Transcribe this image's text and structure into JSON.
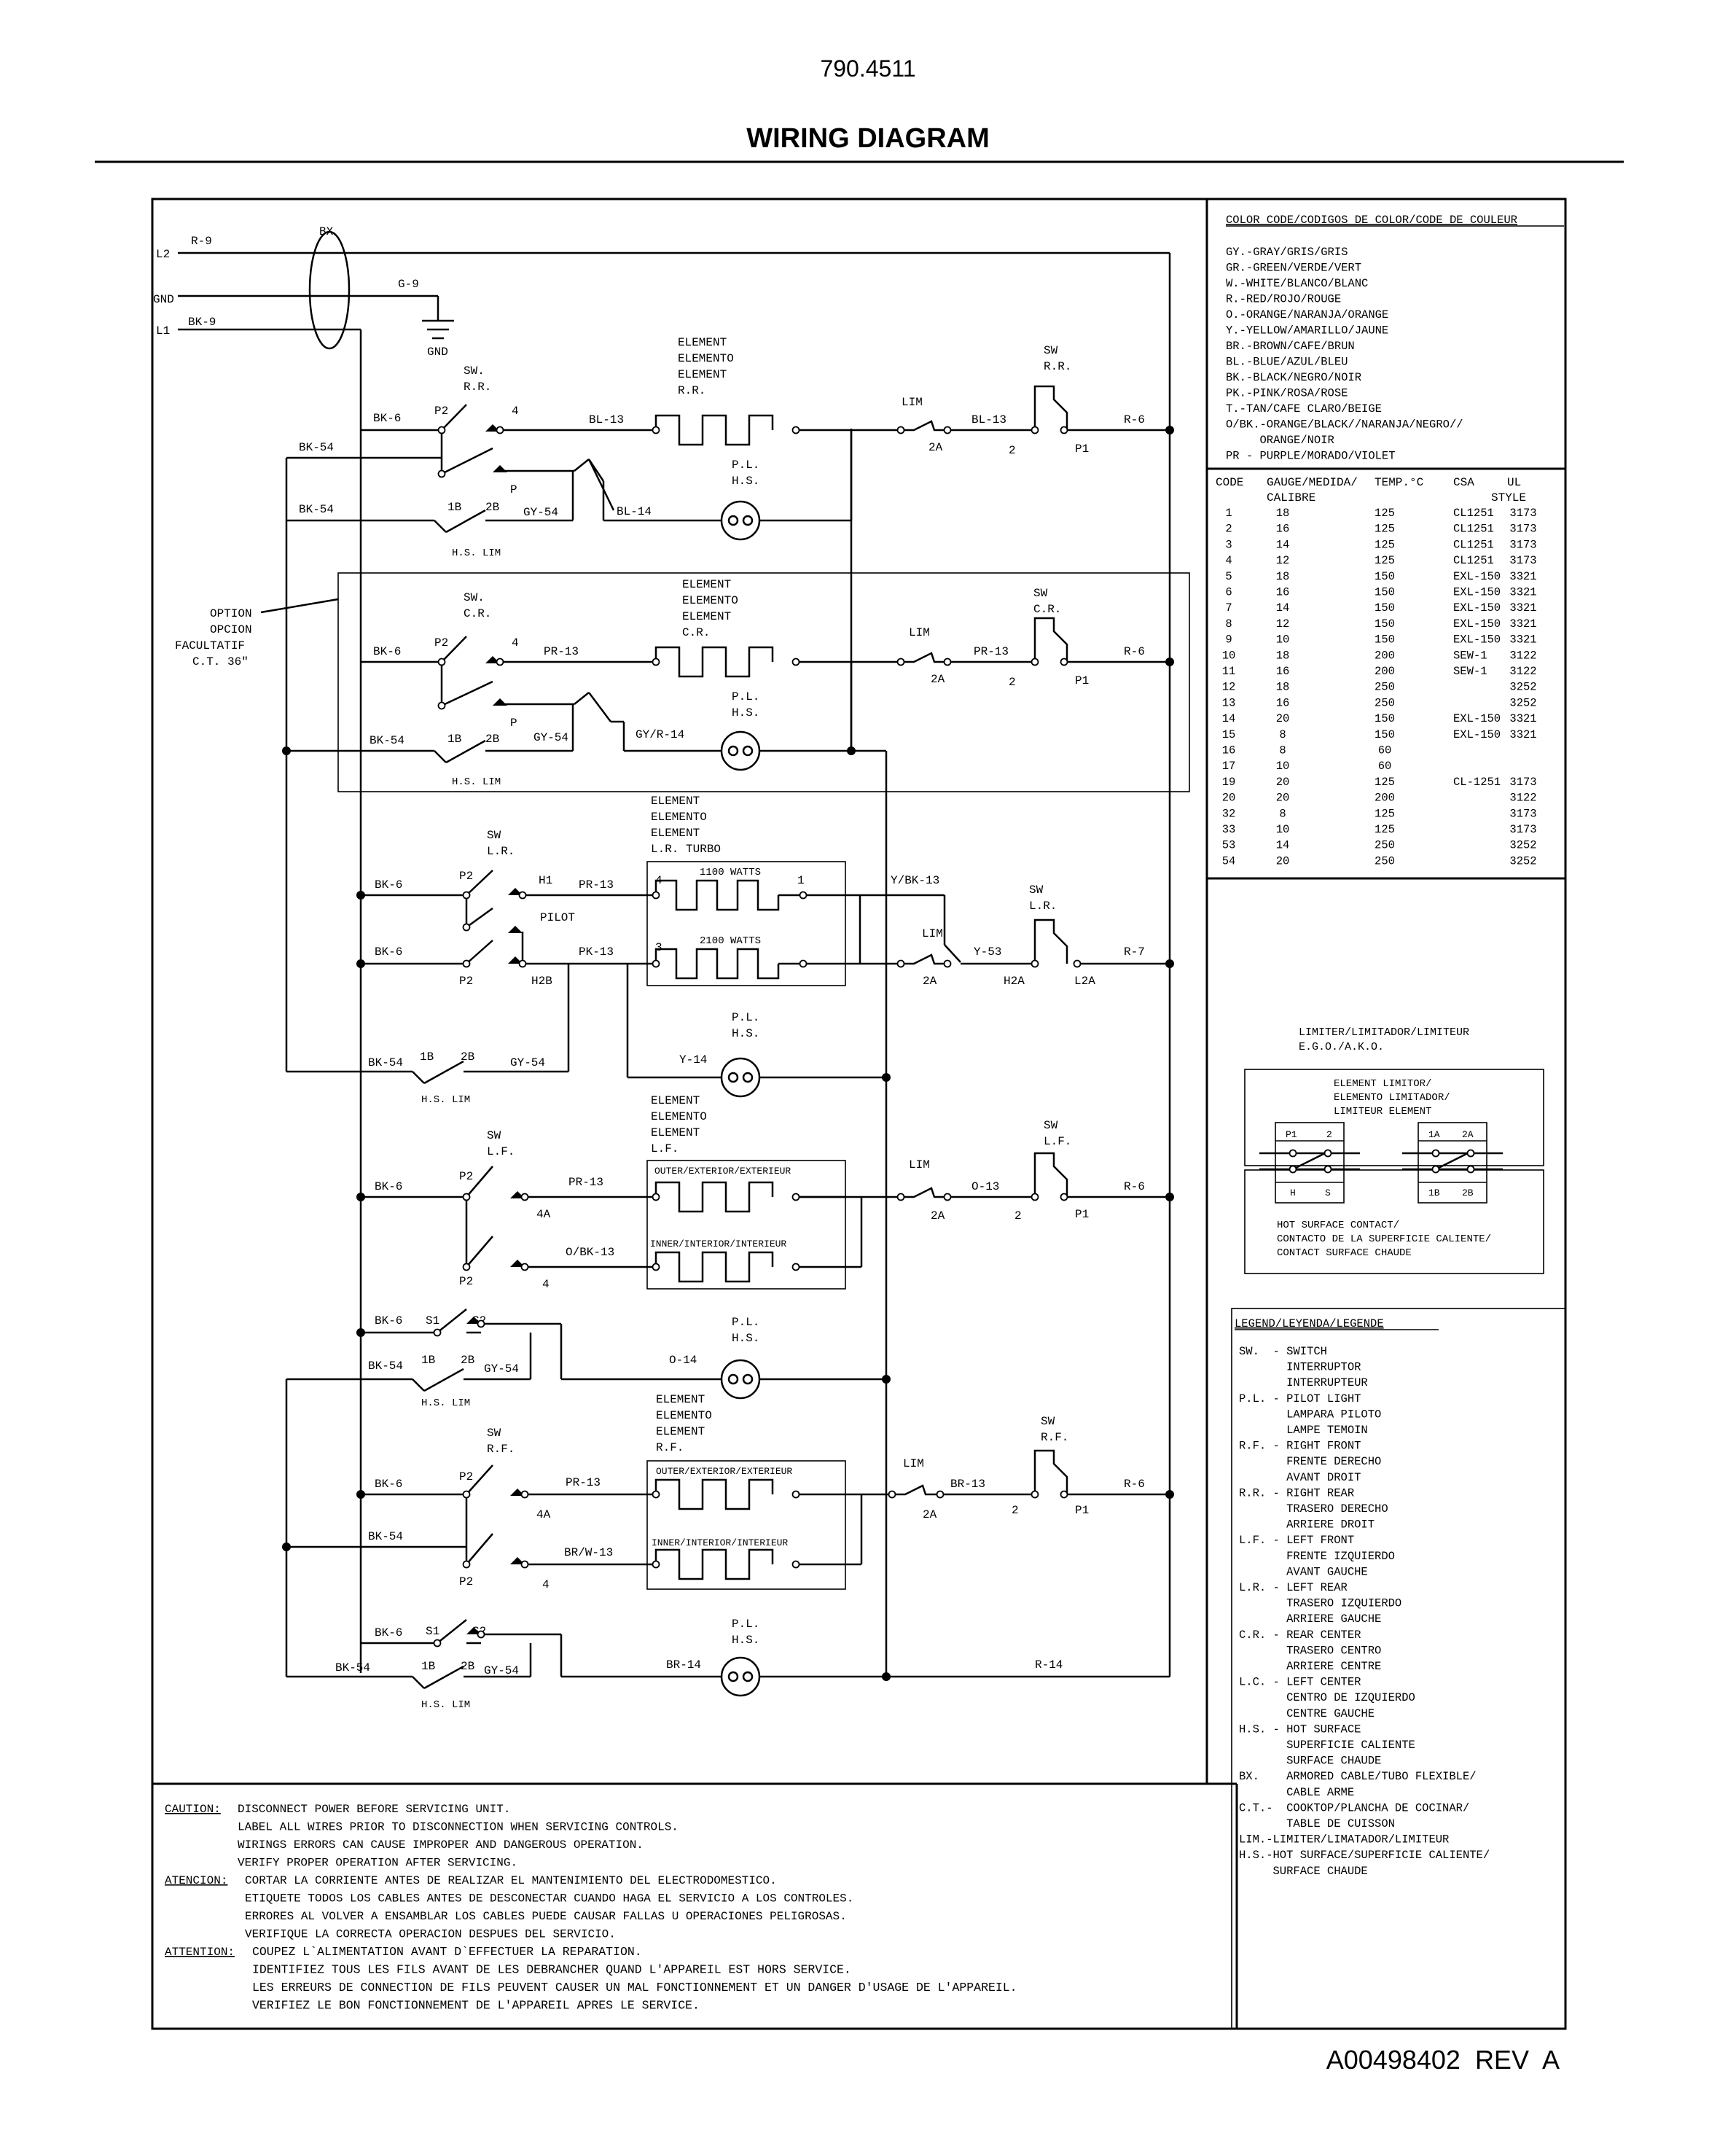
{
  "header": {
    "model": "790.4511",
    "title": "WIRING DIAGRAM"
  },
  "footer": {
    "doc_number": "A00498402  REV  A"
  },
  "power": {
    "l2": "L2",
    "gnd": "GND",
    "l1": "L1",
    "r9": "R-9",
    "g9": "G-9",
    "bk9": "BK-9",
    "bx": "BX",
    "gnd_symbol": "GND"
  },
  "common": {
    "element": [
      "ELEMENT",
      "ELEMENTO",
      "ELEMENT"
    ],
    "pilot_light": [
      "P.L.",
      "H.S."
    ],
    "hs_lim": "H.S. LIM",
    "sw": "SW",
    "sw_dot": "SW.",
    "lim": "LIM"
  },
  "rr": {
    "sw": [
      "SW.",
      "R.R."
    ],
    "elem_pos": "R.R.",
    "swr": [
      "SW",
      "R.R."
    ],
    "bk6": "BK-6",
    "bk54a": "BK-54",
    "bk54b": "BK-54",
    "p2": "P2",
    "t4": "4",
    "p": "P",
    "bl13a": "BL-13",
    "bl13b": "BL-13",
    "t2a": "2A",
    "t2": "2",
    "p1": "P1",
    "r6": "R-6",
    "t1b": "1B",
    "t2b": "2B",
    "gy54": "GY-54",
    "bl14": "BL-14"
  },
  "cr": {
    "option": [
      "OPTION",
      "OPCION",
      "FACULTATIF",
      "C.T. 36\""
    ],
    "sw": [
      "SW.",
      "C.R."
    ],
    "elem_pos": "C.R.",
    "swr": [
      "SW",
      "C.R."
    ],
    "bk6": "BK-6",
    "bk54": "BK-54",
    "p2": "P2",
    "t4": "4",
    "p": "P",
    "pr13a": "PR-13",
    "pr13b": "PR-13",
    "t2a": "2A",
    "t2": "2",
    "p1": "P1",
    "r6": "R-6",
    "t1b": "1B",
    "t2b": "2B",
    "gy54": "GY-54",
    "gyr14": "GY/R-14"
  },
  "lr": {
    "elem_pos": "L.R. TURBO",
    "sw": [
      "SW",
      "L.R."
    ],
    "swr": [
      "SW",
      "L.R."
    ],
    "bk6a": "BK-6",
    "bk6b": "BK-6",
    "bk54": "BK-54",
    "p2a": "P2",
    "p2b": "P2",
    "h1": "H1",
    "pilot": "PILOT",
    "h2b": "H2B",
    "pr13": "PR-13",
    "pk13": "PK-13",
    "watts1100": "1100 WATTS",
    "watts2100": "2100 WATTS",
    "t4": "4",
    "t1": "1",
    "t3": "3",
    "ybk13": "Y/BK-13",
    "y53": "Y-53",
    "t2a": "2A",
    "h2a": "H2A",
    "l2a": "L2A",
    "r7": "R-7",
    "t1b": "1B",
    "t2b": "2B",
    "gy54": "GY-54",
    "y14": "Y-14"
  },
  "lf": {
    "elem_pos": "L.F.",
    "sw": [
      "SW",
      "L.F."
    ],
    "swr": [
      "SW",
      "L.F."
    ],
    "bk6": "BK-6",
    "p2a": "P2",
    "p2b": "P2",
    "t4a": "4A",
    "t4": "4",
    "pr13": "PR-13",
    "obk13": "O/BK-13",
    "outer": "OUTER/EXTERIOR/EXTERIEUR",
    "inner": "INNER/INTERIOR/INTERIEUR",
    "o13": "O-13",
    "t2a": "2A",
    "t2": "2",
    "p1": "P1",
    "r6": "R-6",
    "bk6b": "BK-6",
    "s1": "S1",
    "s2": "S2",
    "bk54": "BK-54",
    "t1b": "1B",
    "t2b": "2B",
    "gy54": "GY-54",
    "o14": "O-14"
  },
  "rf": {
    "elem_pos": "R.F.",
    "sw": [
      "SW",
      "R.F."
    ],
    "swr": [
      "SW",
      "R.F."
    ],
    "bk6": "BK-6",
    "bk54a": "BK-54",
    "p2a": "P2",
    "p2b": "P2",
    "t4a": "4A",
    "t4": "4",
    "pr13": "PR-13",
    "brw13": "BR/W-13",
    "outer": "OUTER/EXTERIOR/EXTERIEUR",
    "inner": "INNER/INTERIOR/INTERIEUR",
    "br13": "BR-13",
    "t2a": "2A",
    "t2": "2",
    "p1": "P1",
    "r6": "R-6",
    "bk6b": "BK-6",
    "s1": "S1",
    "s2": "S2",
    "bk54b": "BK-54",
    "t1b": "1B",
    "t2b": "2B",
    "gy54": "GY-54",
    "br14": "BR-14",
    "r14": "R-14"
  },
  "color_code": {
    "title": "COLOR CODE/CODIGOS DE COLOR/CODE DE COULEUR",
    "lines": [
      "GY.-GRAY/GRIS/GRIS",
      "GR.-GREEN/VERDE/VERT",
      "W.-WHITE/BLANCO/BLANC",
      "R.-RED/ROJO/ROUGE",
      "O.-ORANGE/NARANJA/ORANGE",
      "Y.-YELLOW/AMARILLO/JAUNE",
      "BR.-BROWN/CAFE/BRUN",
      "BL.-BLUE/AZUL/BLEU",
      "BK.-BLACK/NEGRO/NOIR",
      "PK.-PINK/ROSA/ROSE",
      "T.-TAN/CAFE CLARO/BEIGE",
      "O/BK.-ORANGE/BLACK//NARANJA/NEGRO//",
      "     ORANGE/NOIR",
      "PR - PURPLE/MORADO/VIOLET"
    ]
  },
  "gauge_table": {
    "headers": [
      "CODE",
      "GAUGE/MEDIDA/",
      "TEMP.°C",
      "CSA",
      "UL"
    ],
    "headers2": [
      "CALIBRE",
      "STYLE"
    ],
    "rows": [
      [
        "1",
        "18",
        "125",
        "CL1251",
        "3173"
      ],
      [
        "2",
        "16",
        "125",
        "CL1251",
        "3173"
      ],
      [
        "3",
        "14",
        "125",
        "CL1251",
        "3173"
      ],
      [
        "4",
        "12",
        "125",
        "CL1251",
        "3173"
      ],
      [
        "5",
        "18",
        "150",
        "EXL-150",
        "3321"
      ],
      [
        "6",
        "16",
        "150",
        "EXL-150",
        "3321"
      ],
      [
        "7",
        "14",
        "150",
        "EXL-150",
        "3321"
      ],
      [
        "8",
        "12",
        "150",
        "EXL-150",
        "3321"
      ],
      [
        "9",
        "10",
        "150",
        "EXL-150",
        "3321"
      ],
      [
        "10",
        "18",
        "200",
        "SEW-1",
        "3122"
      ],
      [
        "11",
        "16",
        "200",
        "SEW-1",
        "3122"
      ],
      [
        "12",
        "18",
        "250",
        "",
        "3252"
      ],
      [
        "13",
        "16",
        "250",
        "",
        "3252"
      ],
      [
        "14",
        "20",
        "150",
        "EXL-150",
        "3321"
      ],
      [
        "15",
        "8",
        "150",
        "EXL-150",
        "3321"
      ],
      [
        "16",
        "8",
        "60",
        "",
        ""
      ],
      [
        "17",
        "10",
        "60",
        "",
        ""
      ],
      [
        "19",
        "20",
        "125",
        "CL-1251",
        "3173"
      ],
      [
        "20",
        "20",
        "200",
        "",
        "3122"
      ],
      [
        "32",
        "8",
        "125",
        "",
        "3173"
      ],
      [
        "33",
        "10",
        "125",
        "",
        "3173"
      ],
      [
        "53",
        "14",
        "250",
        "",
        "3252"
      ],
      [
        "54",
        "20",
        "250",
        "",
        "3252"
      ]
    ]
  },
  "limiter": {
    "title": [
      "LIMITER/LIMITADOR/LIMITEUR",
      "E.G.O./A.K.O."
    ],
    "element_title": [
      "ELEMENT LIMITOR/",
      "ELEMENTO LIMITADOR/",
      "LIMITEUR ELEMENT"
    ],
    "p1": "P1",
    "t2": "2",
    "t1a": "1A",
    "t2a": "2A",
    "h": "H",
    "s": "S",
    "t1b": "1B",
    "t2b": "2B",
    "contact": [
      "HOT SURFACE CONTACT/",
      "CONTACTO DE LA SUPERFICIE CALIENTE/",
      "CONTACT SURFACE CHAUDE"
    ]
  },
  "legend": {
    "title": "LEGEND/LEYENDA/LEGENDE",
    "lines": [
      "SW.  - SWITCH",
      "       INTERRUPTOR",
      "       INTERRUPTEUR",
      "P.L. - PILOT LIGHT",
      "       LAMPARA PILOTO",
      "       LAMPE TEMOIN",
      "R.F. - RIGHT FRONT",
      "       FRENTE DERECHO",
      "       AVANT DROIT",
      "R.R. - RIGHT REAR",
      "       TRASERO DERECHO",
      "       ARRIERE DROIT",
      "L.F. - LEFT FRONT",
      "       FRENTE IZQUIERDO",
      "       AVANT GAUCHE",
      "L.R. - LEFT REAR",
      "       TRASERO IZQUIERDO",
      "       ARRIERE GAUCHE",
      "C.R. - REAR CENTER",
      "       TRASERO CENTRO",
      "       ARRIERE CENTRE",
      "L.C. - LEFT CENTER",
      "       CENTRO DE IZQUIERDO",
      "       CENTRE GAUCHE",
      "H.S. - HOT SURFACE",
      "       SUPERFICIE CALIENTE",
      "       SURFACE CHAUDE",
      "BX.    ARMORED CABLE/TUBO FLEXIBLE/",
      "       CABLE ARME",
      "C.T.-  COOKTOP/PLANCHA DE COCINAR/",
      "       TABLE DE CUISSON",
      "LIM.-LIMITER/LIMATADOR/LIMITEUR",
      "H.S.-HOT SURFACE/SUPERFICIE CALIENTE/",
      "     SURFACE CHAUDE"
    ]
  },
  "caution": {
    "en_label": "CAUTION:",
    "en": [
      "DISCONNECT POWER BEFORE SERVICING UNIT.",
      "LABEL ALL WIRES PRIOR TO DISCONNECTION WHEN SERVICING CONTROLS.",
      "WIRINGS ERRORS CAN CAUSE IMPROPER AND DANGEROUS OPERATION.",
      "VERIFY PROPER OPERATION AFTER SERVICING."
    ],
    "es_label": "ATENCION:",
    "es": [
      "CORTAR LA CORRIENTE ANTES DE REALIZAR EL MANTENIMIENTO DEL ELECTRODOMESTICO.",
      "ETIQUETE TODOS LOS CABLES ANTES DE DESCONECTAR CUANDO HAGA EL SERVICIO A LOS CONTROLES.",
      "ERRORES AL VOLVER A ENSAMBLAR LOS CABLES PUEDE CAUSAR FALLAS U OPERACIONES PELIGROSAS.",
      "VERIFIQUE LA CORRECTA OPERACION DESPUES DEL SERVICIO."
    ],
    "fr_label": "ATTENTION:",
    "fr": [
      "COUPEZ L`ALIMENTATION AVANT D`EFFECTUER LA REPARATION.",
      "IDENTIFIEZ TOUS LES FILS AVANT DE LES DEBRANCHER QUAND L'APPAREIL EST HORS SERVICE.",
      "LES ERREURS DE CONNECTION DE FILS PEUVENT CAUSER UN MAL FONCTIONNEMENT ET UN DANGER D'USAGE DE L'APPAREIL.",
      "VERIFIEZ LE BON FONCTIONNEMENT DE L'APPAREIL APRES LE SERVICE."
    ]
  }
}
